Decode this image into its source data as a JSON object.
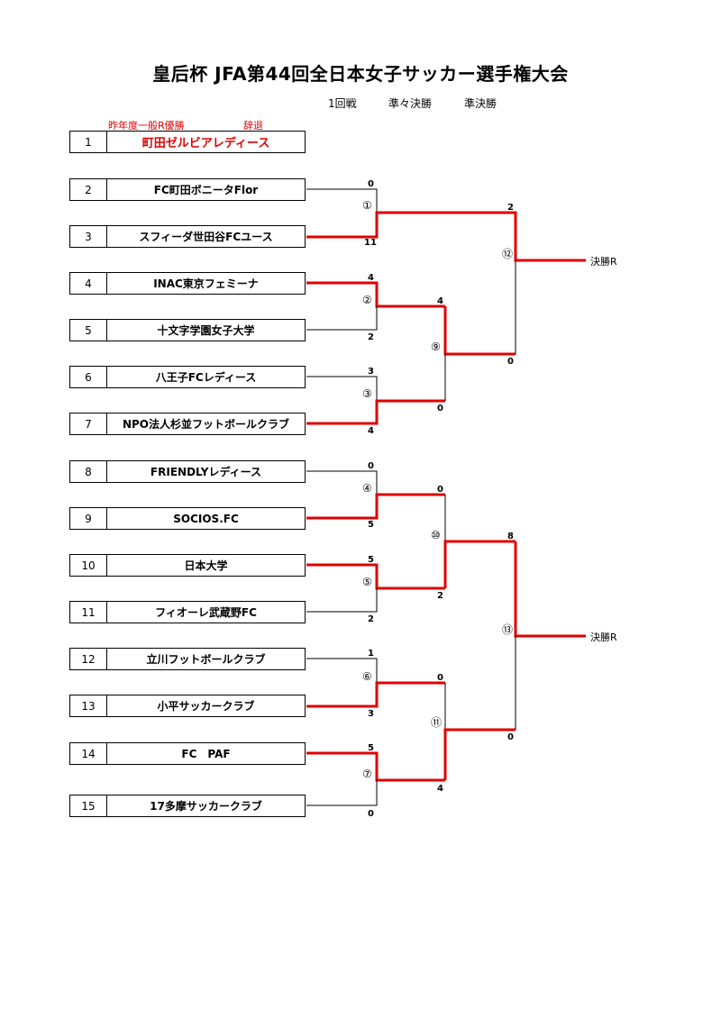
{
  "title": "皇后杯 JFA第44回全日本女子サッカー選手権大会",
  "rounds": [
    "1回戦",
    "準々決勝",
    "準決勝"
  ],
  "notes": {
    "last_year": "昨年度一般R優勝",
    "withdrawn": "辞退"
  },
  "teams": [
    {
      "num": "1",
      "name": "町田ゼルビアレディース"
    },
    {
      "num": "2",
      "name": "FC町田ボニータFlor"
    },
    {
      "num": "3",
      "name": "スフィーダ世田谷FCユース"
    },
    {
      "num": "4",
      "name": "INAC東京フェミーナ"
    },
    {
      "num": "5",
      "name": "十文字学園女子大学"
    },
    {
      "num": "6",
      "name": "八王子FCレディース"
    },
    {
      "num": "7",
      "name": "NPO法人杉並フットボールクラブ"
    },
    {
      "num": "8",
      "name": "FRIENDLYレディース"
    },
    {
      "num": "9",
      "name": "SOCIOS.FC"
    },
    {
      "num": "10",
      "name": "日本大学"
    },
    {
      "num": "11",
      "name": "フィオーレ武蔵野FC"
    },
    {
      "num": "12",
      "name": "立川フットボールクラブ"
    },
    {
      "num": "13",
      "name": "小平サッカークラブ"
    },
    {
      "num": "14",
      "name": "FC　PAF"
    },
    {
      "num": "15",
      "name": "17多摩サッカークラブ"
    }
  ],
  "matches": {
    "m1": {
      "label": "①",
      "top_score": "0",
      "bottom_score": "11"
    },
    "m2": {
      "label": "②",
      "top_score": "4",
      "bottom_score": "2"
    },
    "m3": {
      "label": "③",
      "top_score": "3",
      "bottom_score": "4"
    },
    "m4": {
      "label": "④",
      "top_score": "0",
      "bottom_score": "5"
    },
    "m5": {
      "label": "⑤",
      "top_score": "5",
      "bottom_score": "2"
    },
    "m6": {
      "label": "⑥",
      "top_score": "1",
      "bottom_score": "3"
    },
    "m7": {
      "label": "⑦",
      "top_score": "5",
      "bottom_score": "0"
    },
    "m9": {
      "label": "⑨",
      "top_score": "4",
      "bottom_score": "0"
    },
    "m10": {
      "label": "⑩",
      "top_score": "0",
      "bottom_score": "2"
    },
    "m11": {
      "label": "⑪",
      "top_score": "0",
      "bottom_score": "4"
    },
    "m12": {
      "label": "⑫",
      "top_score": "2",
      "bottom_score": "0"
    },
    "m13": {
      "label": "⑬",
      "top_score": "8",
      "bottom_score": "0"
    }
  },
  "finals": [
    "決勝R",
    "決勝R"
  ],
  "colors": {
    "winner_line": "#e00000",
    "line": "#000000"
  }
}
